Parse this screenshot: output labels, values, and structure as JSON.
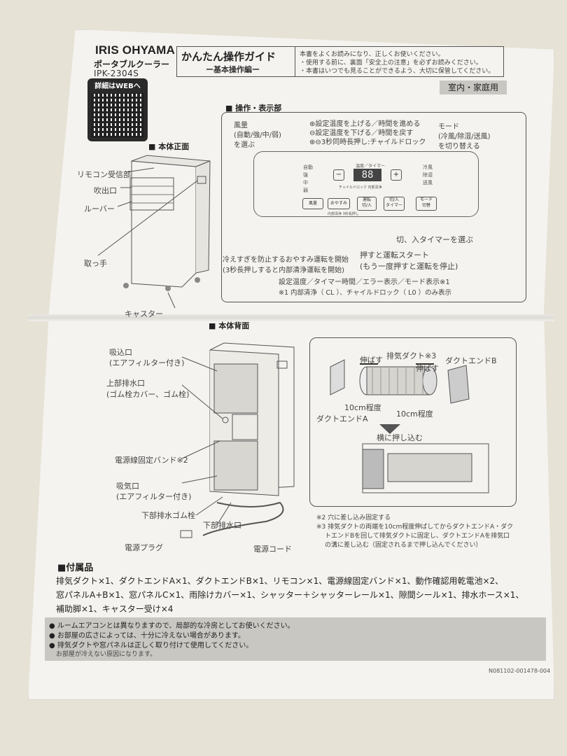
{
  "header": {
    "brand": "IRIS OHYAMA",
    "product": "ポータブルクーラー",
    "model": "IPK-2304S",
    "qr_label": "詳細はWEBへ",
    "guide_title": "かんたん操作ガイド",
    "guide_subtitle": "ー基本操作編ー",
    "intro": [
      "本書をよくお読みになり、正しくお使いください。",
      "・使用する前に、裏面「安全上の注意」を必ずお読みください。",
      "・本書はいつでも見ることができるよう、大切に保管してください。"
    ],
    "usage_tag": "室内・家庭用"
  },
  "front": {
    "title": "■ 本体正面",
    "labels": {
      "remote_sensor": "リモコン受信部",
      "outlet": "吹出口",
      "louver": "ルーバー",
      "handle": "取っ手",
      "caster": "キャスター"
    }
  },
  "panel": {
    "title": "■ 操作・表示部",
    "fan_label": [
      "風量",
      "(自動/強/中/弱)",
      "を選ぶ"
    ],
    "temp_lines": [
      "⊕設定温度を上げる／時間を進める",
      "⊖設定温度を下げる／時間を戻す",
      "⊕⊖3秒同時長押し:チャイルドロック"
    ],
    "mode_label": [
      "モード",
      "(冷風/除湿/送風)",
      "を切り替える"
    ],
    "left_indicators": [
      "自動",
      "強",
      "中",
      "弱"
    ],
    "right_indicators": [
      "冷風",
      "除湿",
      "送風"
    ],
    "display_caption": "温度／タイマー",
    "display_digits": "88",
    "lock_caption": "チャイルドロック 内部清浄 ",
    "buttons": [
      "風量",
      "おやすみ",
      "運転\n切/入",
      "切/入\nタイマー",
      "モード\n切替"
    ],
    "oyasumi_caption": "内部清浄 3秒長押し",
    "timer_desc": "切、入タイマーを選ぶ",
    "run_desc": [
      "押すと運転スタート",
      "(もう一度押すと運転を停止)"
    ],
    "sleep_desc": [
      "冷えすぎを防止するおやすみ運転を開始",
      "(3秒長押しすると内部清浄運転を開始)"
    ],
    "display_desc": "設定温度／タイマー時間／エラー表示／モード表示※1",
    "display_note": "※1 内部清浄（ CL ）、チャイルドロック（ L0 ）のみ表示"
  },
  "back": {
    "title": "■ 本体背面",
    "labels": {
      "inlet_top": [
        "吸込口",
        "(エアフィルター付き)"
      ],
      "upper_drain": [
        "上部排水口",
        "(ゴム栓カバー、ゴム栓)"
      ],
      "cord_band": "電源線固定バンド※2",
      "inlet_bottom": [
        "吸気口",
        "(エアフィルター付き)"
      ],
      "lower_plug": "下部排水ゴム栓",
      "lower_drain": "下部排水口",
      "plug": "電源プラグ",
      "cord": "電源コード"
    }
  },
  "duct": {
    "duct_label": "排気ダクト※3",
    "stretch_left": "伸ばす",
    "stretch_right": "伸ばす",
    "end_b": "ダクトエンドB",
    "end_a": "ダクトエンドA",
    "len_left": "10cm程度",
    "len_right": "10cm程度",
    "push_in": "横に押し込む",
    "notes": [
      "※2 穴に差し込み固定する",
      "※3 排気ダクトの両端を10cm程度伸ばしてからダクトエンドA・ダク",
      "トエンドBを回して排気ダクトに固定し、ダクトエンドAを排気口",
      "の溝に差し込む（固定されるまで押し込んでください）"
    ]
  },
  "accessories": {
    "title": "■付属品",
    "lines": [
      "排気ダクト×1、ダクトエンドA×1、ダクトエンドB×1、リモコン×1、電源線固定バンド×1、動作確認用乾電池×2、",
      "窓パネルA+B×1、窓パネルC×1、雨除けカバー×1、シャッター＋シャッターレール×1、隙間シール×1、排水ホース×1、",
      "補助脚×1、キャスター受け×4"
    ]
  },
  "notes": [
    "● ルームエアコンとは異なりますので、局部的な冷房としてお使いください。",
    "● お部屋の広さによっては、十分に冷えない場合があります。",
    "● 排気ダクトや窓パネルは正しく取り付けて使用してください。",
    "お部屋が冷えない原因になります。"
  ],
  "doc_code": "N081102-001478-004"
}
